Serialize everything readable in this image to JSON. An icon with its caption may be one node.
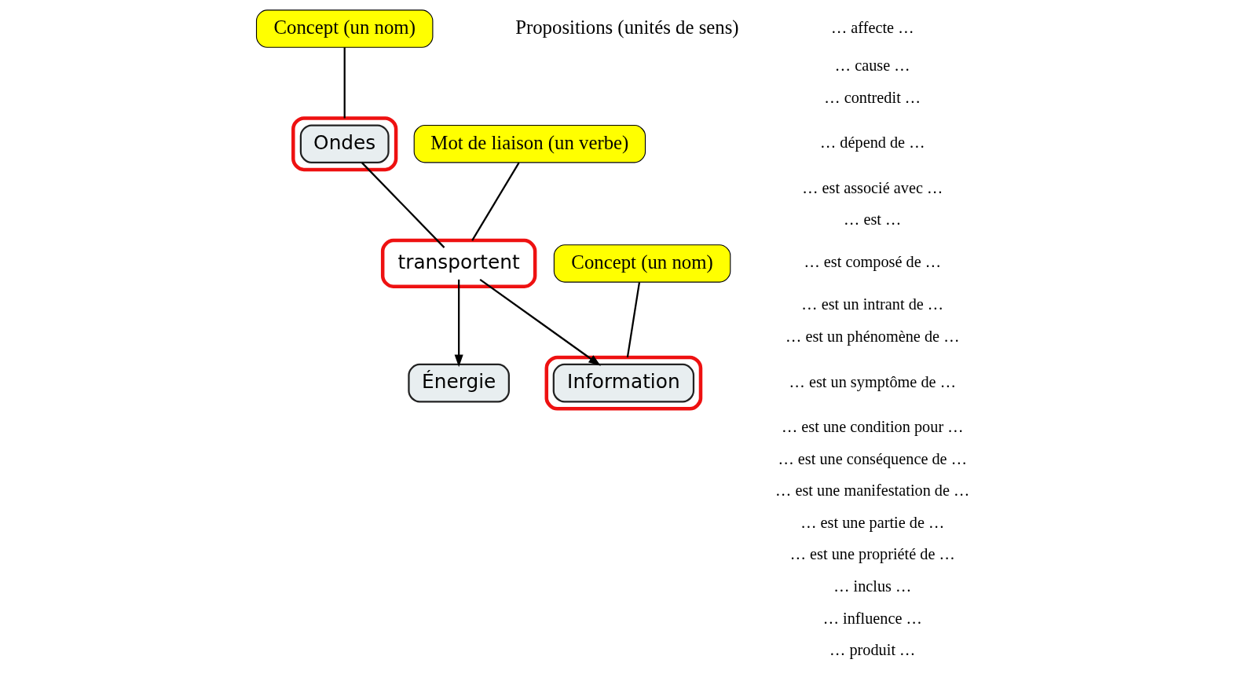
{
  "diagram": {
    "nodes": [
      {
        "text": [
          "Concept (un nom)"
        ]
      },
      {
        "text": [],
        "shape": "ellipse"
      },
      {
        "text": [
          "Ondes"
        ],
        "in": 1
      },
      {
        "text": [
          "Mot de liaison (un verbe)"
        ]
      },
      {
        "text": [],
        "shape": "ellipse"
      },
      {
        "text": [
          "transportent"
        ],
        "in": 4
      },
      {
        "text": [],
        "shape": "ellipse"
      },
      {
        "text": [
          "Information"
        ],
        "in": 6
      },
      {
        "text": [
          "Énergie"
        ]
      },
      {
        "text": [
          "Concept (un nom)"
        ]
      }
    ],
    "edges": [
      {
        "from": 2,
        "to": 5,
        "arrow": "none"
      },
      {
        "from": 5,
        "to": 7,
        "arrow": "to"
      },
      {
        "from": 5,
        "to": 8,
        "arrow": "to"
      },
      {
        "from": 0,
        "to": 1,
        "arrow": "none"
      },
      {
        "from": 3,
        "to": 4,
        "arrow": "none"
      },
      {
        "from": 9,
        "to": 6,
        "arrow": "none"
      }
    ],
    "labels": [
      "Propositions (unités de sens)",
      "… affecte …",
      "… cause …",
      "… contredit …",
      "… dépend de …",
      "… est associé avec …",
      "… est …",
      "… est composé de …",
      "… est un intrant de …",
      "… est un phénomène de …",
      "… est un symptôme de …",
      "… est une condition pour …",
      "… est une conséquence de …",
      "… est une manifestation de …",
      "… est une partie de …",
      "… est une propriété de …",
      "… inclus …",
      "… influence …",
      "… produit …"
    ]
  }
}
